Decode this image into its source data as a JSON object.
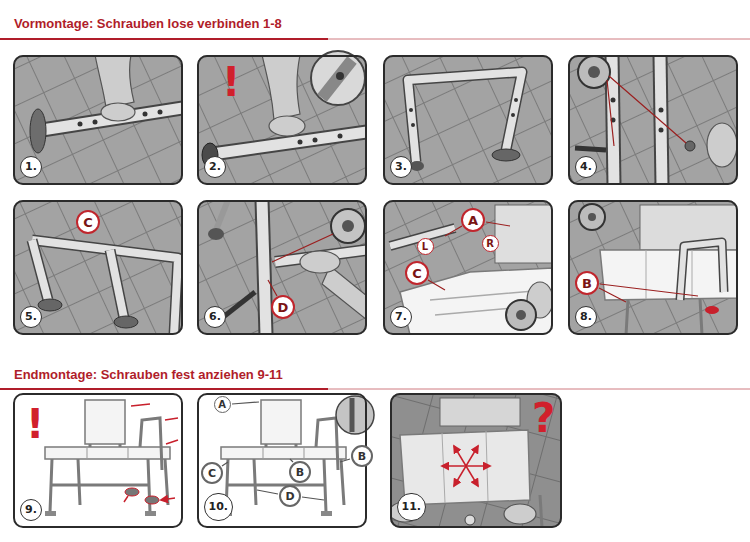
{
  "diagram": {
    "nodes": [
      {
        "text": [
          "1."
        ]
      },
      {
        "text": [
          "2."
        ]
      },
      {
        "text": [
          "3."
        ]
      },
      {
        "text": [
          "4."
        ]
      },
      {
        "text": [
          "5."
        ]
      },
      {
        "text": [
          "C"
        ],
        "in": 4
      },
      {
        "text": [
          "6."
        ]
      },
      {
        "text": [
          "D"
        ],
        "in": 6
      },
      {
        "text": [
          "7."
        ]
      },
      {
        "text": [
          "A"
        ],
        "in": 8
      },
      {
        "text": [
          "L"
        ],
        "in": 8
      },
      {
        "text": [
          "R"
        ],
        "in": 8
      },
      {
        "text": [
          "C"
        ],
        "in": 8
      },
      {
        "text": [
          "8."
        ]
      },
      {
        "text": [
          "B"
        ],
        "in": 13
      },
      {
        "text": [
          "9."
        ]
      },
      {
        "text": [
          "10."
        ]
      },
      {
        "text": [
          "A"
        ],
        "in": 16
      },
      {
        "text": [
          "C"
        ],
        "in": 16
      },
      {
        "text": [
          "B"
        ],
        "in": 16
      },
      {
        "text": [
          "B"
        ],
        "in": 16
      },
      {
        "text": [
          "D"
        ],
        "in": 16
      },
      {
        "text": [
          "11."
        ]
      }
    ],
    "labels": [
      "Vormontage: Schrauben lose verbinden 1-8",
      "!",
      "Endmontage: Schrauben fest anziehen 9-11",
      "!",
      "?"
    ]
  }
}
